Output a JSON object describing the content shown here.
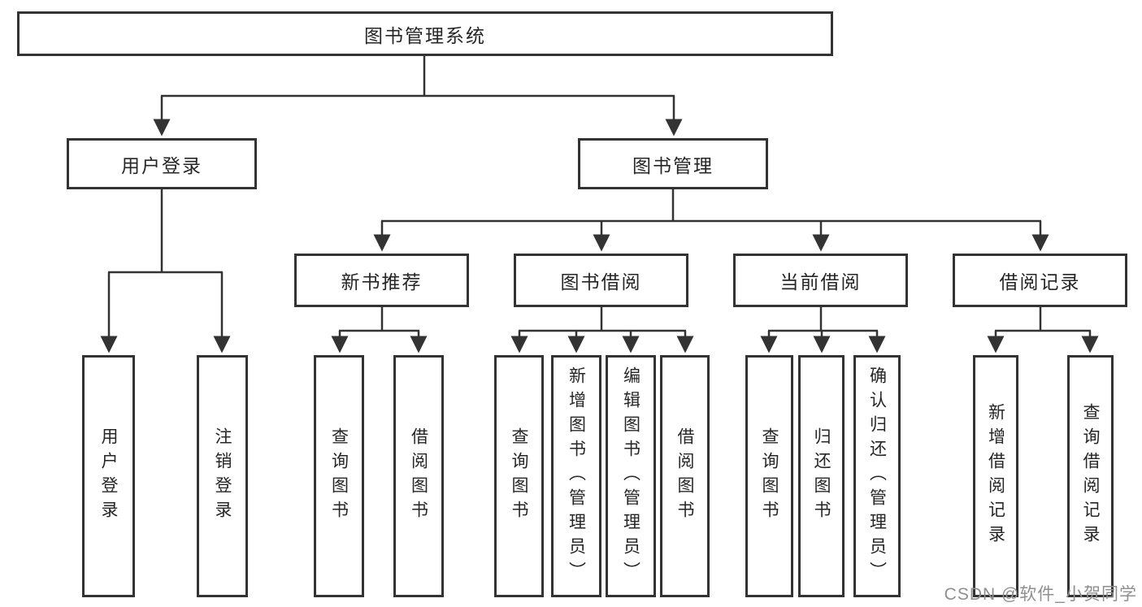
{
  "nodes": {
    "root": {
      "label": "图书管理系统"
    },
    "user_login": {
      "label": "用户登录",
      "children": [
        "用户登录",
        "注销登录"
      ]
    },
    "book_management": {
      "label": "图书管理"
    },
    "new_book_recommend": {
      "label": "新书推荐",
      "children": [
        "查询图书",
        "借阅图书"
      ]
    },
    "book_borrowing": {
      "label": "图书借阅",
      "children": [
        "查询图书",
        "新增图书（管理员）",
        "编辑图书（管理员）",
        "借阅图书"
      ]
    },
    "current_borrowing": {
      "label": "当前借阅",
      "children": [
        "查询图书",
        "归还图书",
        "确认归还（管理员）"
      ]
    },
    "borrowing_records": {
      "label": "借阅记录",
      "children": [
        "新增借阅记录",
        "查询借阅记录"
      ]
    }
  },
  "watermark": {
    "text": "CSDN @软件_小贺同学",
    "color": "#8f8f8f"
  },
  "colors": {
    "line": "#333333",
    "text": "#262626",
    "box_fill": "#ffffff",
    "background": "#ffffff"
  }
}
